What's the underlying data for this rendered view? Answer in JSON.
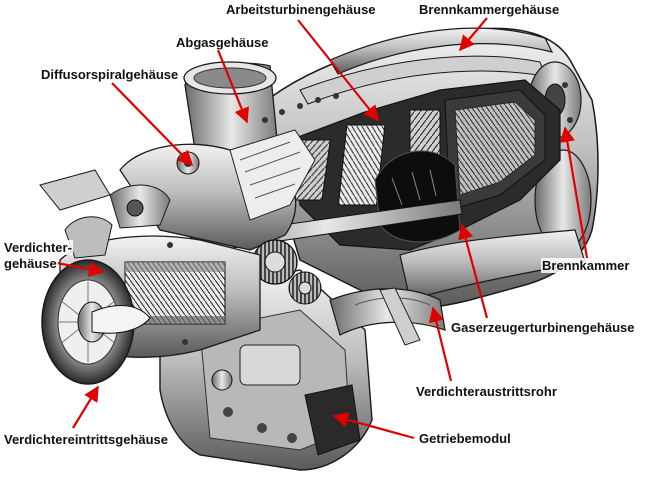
{
  "figure": {
    "labels": {
      "arbeitsturbinengehaeuse": "Arbeitsturbinengehäuse",
      "brennkammergehaeuse": "Brennkammergehäuse",
      "abgasgehaeuse": "Abgasgehäuse",
      "diffusorspiralgehaeuse": "Diffusorspiralgehäuse",
      "verdichter_line1": "Verdichter-",
      "verdichter_line2": "gehäuse",
      "brennkammer": "Brennkammer",
      "gaserzeugerturbinengehaeuse": "Gaserzeugerturbinengehäuse",
      "verdichteraustrittsrohr": "Verdichteraustrittsrohr",
      "verdichtereintrittsgehaeuse": "Verdichtereintrittsgehäuse",
      "getriebemodul": "Getriebemodul"
    },
    "colors": {
      "arrow": "#e00000",
      "ink": "#1a1a1a",
      "metal_light": "#d9d9d9",
      "metal_mid": "#9a9a9a",
      "metal_dark": "#3a3a3a"
    }
  }
}
